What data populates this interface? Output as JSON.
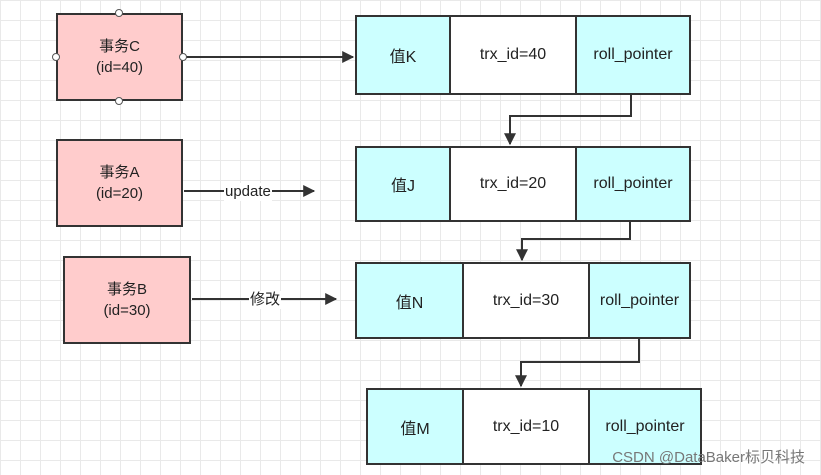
{
  "transactions": [
    {
      "name": "事务C",
      "id": "(id=40)"
    },
    {
      "name": "事务A",
      "id": "(id=20)"
    },
    {
      "name": "事务B",
      "id": "(id=30)"
    }
  ],
  "records": [
    {
      "value": "值K",
      "trx": "trx_id=40",
      "ptr": "roll_pointer"
    },
    {
      "value": "值J",
      "trx": "trx_id=20",
      "ptr": "roll_pointer"
    },
    {
      "value": "值N",
      "trx": "trx_id=30",
      "ptr": "roll_pointer"
    },
    {
      "value": "值M",
      "trx": "trx_id=10",
      "ptr": "roll_pointer"
    }
  ],
  "edges": {
    "update_label": "update",
    "modify_label": "修改"
  },
  "watermark": "CSDN @DataBaker标贝科技",
  "colors": {
    "transaction_fill": "#ffcccc",
    "record_cyan": "#ccffff",
    "record_white": "#ffffff",
    "stroke": "#333333"
  }
}
